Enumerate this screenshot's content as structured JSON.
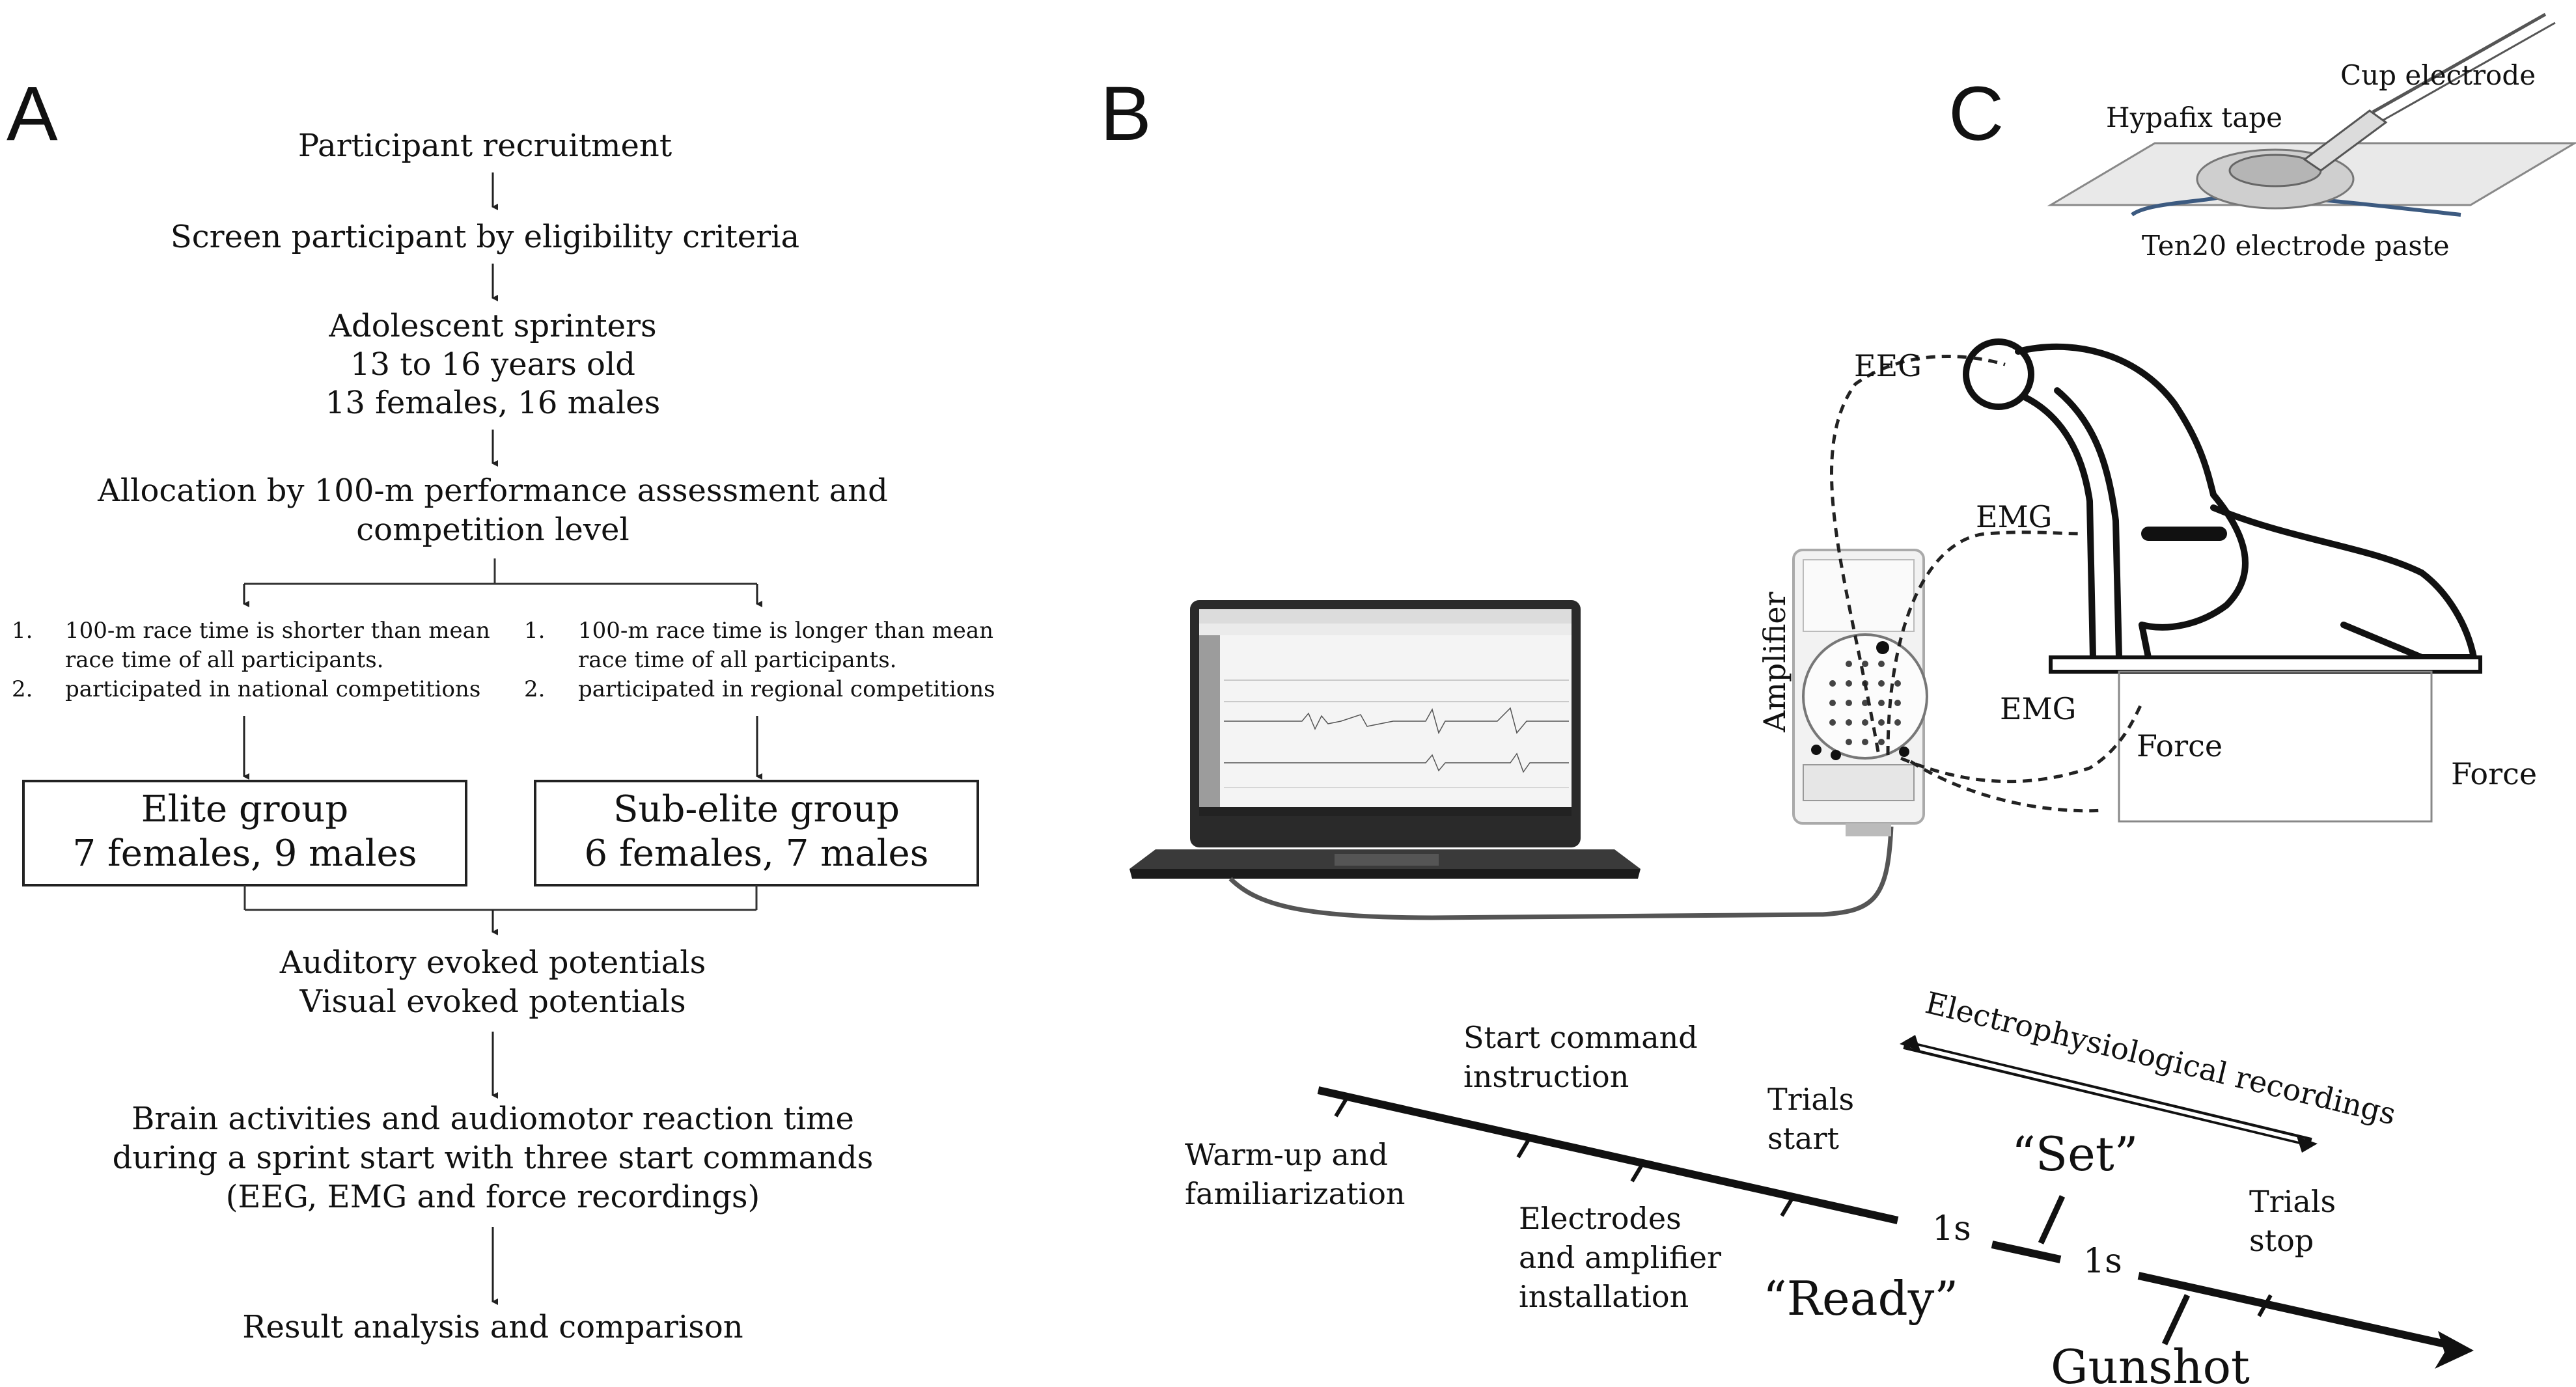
{
  "panel_a": {
    "letter": "A",
    "step1": "Participant recruitment",
    "step2": "Screen participant by eligibility criteria",
    "step3_line1": "Adolescent sprinters",
    "step3_line2": "13 to 16 years old",
    "step3_line3": "13 females, 16 males",
    "step4_line1": "Allocation by 100-m performance assessment and",
    "step4_line2": "competition level",
    "left_crit_num1": "1.",
    "left_crit1_line1": "100-m race time is shorter than mean",
    "left_crit1_line2": "race time of all participants.",
    "left_crit_num2": "2.",
    "left_crit2": "participated in national competitions",
    "right_crit_num1": "1.",
    "right_crit1_line1": "100-m race time is longer than mean",
    "right_crit1_line2": "race time of all participants.",
    "right_crit_num2": "2.",
    "right_crit2": "participated in regional competitions",
    "elite_line1": "Elite group",
    "elite_line2": "7 females, 9 males",
    "subelite_line1": "Sub-elite group",
    "subelite_line2": "6 females, 7 males",
    "step5_line1": "Auditory evoked potentials",
    "step5_line2": "Visual evoked potentials",
    "step6_line1": "Brain activities and audiomotor reaction time",
    "step6_line2": "during a sprint start with three start commands",
    "step6_line3": "(EEG, EMG and force recordings)",
    "step7": "Result analysis and comparison"
  },
  "panel_b": {
    "letter": "B",
    "amplifier_label": "Amplifier",
    "eeg_label": "EEG",
    "emg_label_1": "EMG",
    "emg_label_2": "EMG",
    "force_label_1": "Force",
    "force_label_2": "Force"
  },
  "panel_c": {
    "letter": "C",
    "hypafix_label": "Hypafix tape",
    "cup_label": "Cup electrode",
    "paste_label": "Ten20 electrode paste"
  },
  "timeline": {
    "warmup_line1": "Warm-up and",
    "warmup_line2": "familiarization",
    "start_cmd_line1": "Start command",
    "start_cmd_line2": "instruction",
    "electrodes_line1": "Electrodes",
    "electrodes_line2": "and amplifier",
    "electrodes_line3": "installation",
    "trials_start_line1": "Trials",
    "trials_start_line2": "start",
    "ready": "“Ready”",
    "one_s_1": "1s",
    "set": "“Set”",
    "one_s_2": "1s",
    "gunshot": "Gunshot",
    "trials_stop_line1": "Trials",
    "trials_stop_line2": "stop",
    "electro_rec": "Electrophysiological recordings"
  }
}
